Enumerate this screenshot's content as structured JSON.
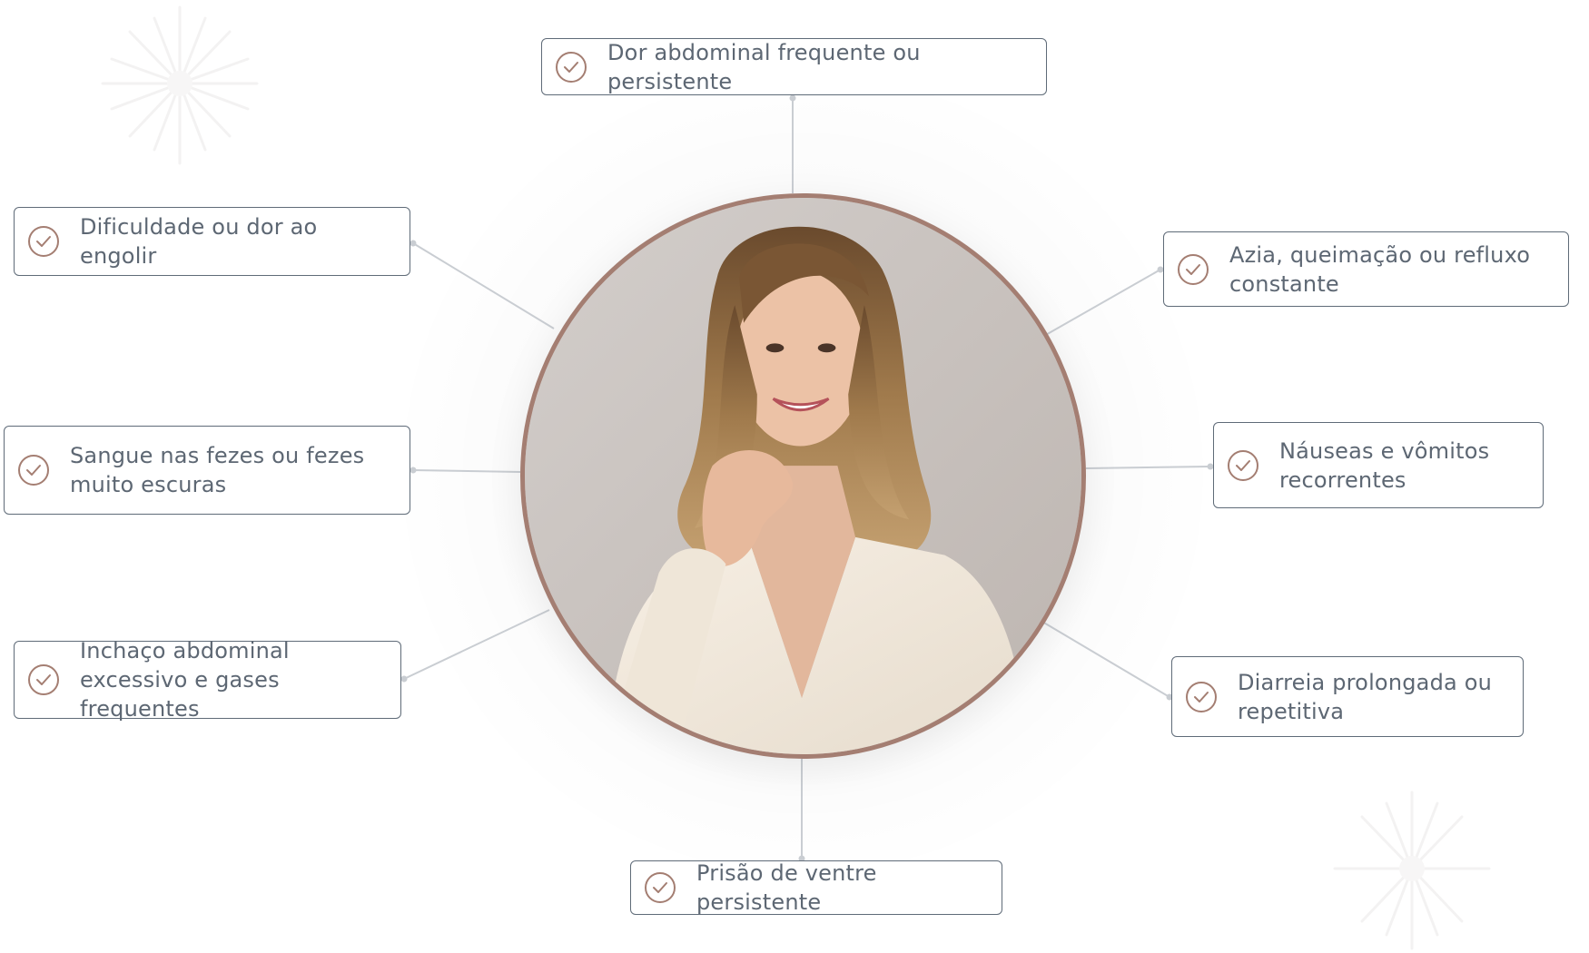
{
  "page": {
    "accent_color": "#a47e72",
    "text_color": "#5d6773",
    "border_color": "#5f6b78",
    "line_color": "#c9cdd2"
  },
  "portrait": {
    "icon": "woman-portrait"
  },
  "symptoms": [
    {
      "id": "top",
      "label": "Dor abdominal frequente ou persistente",
      "icon": "check-circle-icon"
    },
    {
      "id": "left-1",
      "label": "Dificuldade ou dor ao engolir",
      "icon": "check-circle-icon"
    },
    {
      "id": "right-1",
      "label": "Azia, queimação ou refluxo constante",
      "icon": "check-circle-icon"
    },
    {
      "id": "left-2",
      "label": "Sangue nas fezes ou fezes muito escuras",
      "icon": "check-circle-icon"
    },
    {
      "id": "right-2",
      "label": "Náuseas e vômitos recorrentes",
      "icon": "check-circle-icon"
    },
    {
      "id": "left-3",
      "label": "Inchaço abdominal excessivo e gases frequentes",
      "icon": "check-circle-icon"
    },
    {
      "id": "right-3",
      "label": "Diarreia prolongada ou repetitiva",
      "icon": "check-circle-icon"
    },
    {
      "id": "bottom",
      "label": "Prisão de ventre persistente",
      "icon": "check-circle-icon"
    }
  ]
}
